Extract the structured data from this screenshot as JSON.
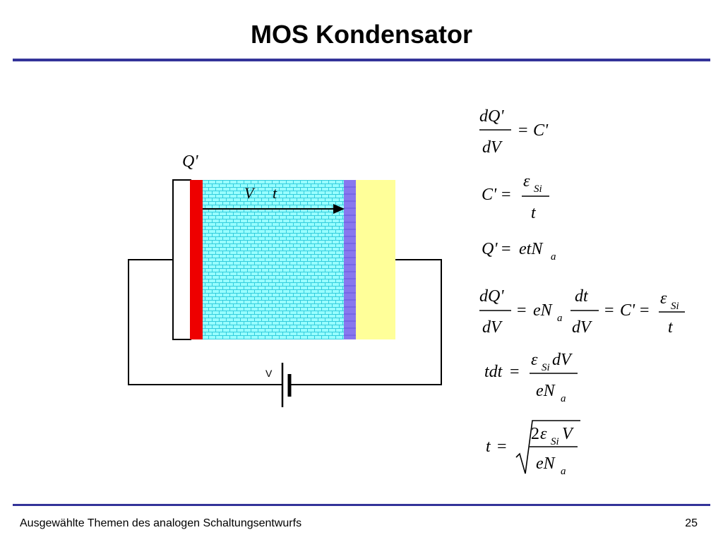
{
  "slide": {
    "title": "MOS Kondensator",
    "footer": "Ausgewählte Themen des analogen Schaltungsentwurfs",
    "page_number": "25"
  },
  "diagram": {
    "charge_label": "Q'",
    "voltage_label": "V",
    "thickness_label": "t",
    "battery_label": "V"
  },
  "colors": {
    "rule": "#333399",
    "metal": "#ee0000",
    "depletion": "#99ffff",
    "depletion_pattern": "#33ccdd",
    "edge": "#8877ee",
    "substrate": "#ffff99"
  },
  "equations": [
    "dQ'/dV = C'",
    "C' = εSi / t",
    "Q' = etNa",
    "dQ'/dV = eNa dt/dV = C' = εSi / t",
    "tdt = εSi dV / eNa",
    "t = √(2εSi V / eNa)"
  ]
}
